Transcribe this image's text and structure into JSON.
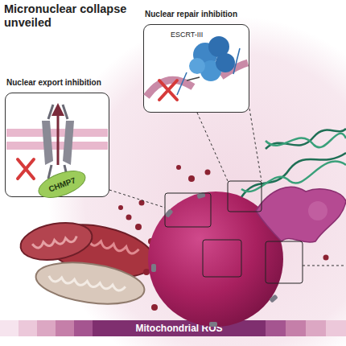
{
  "diagram": {
    "title": "Micronuclear collapse unveiled",
    "nodes": [
      {
        "text": [
          "Nuclear export inhibition"
        ]
      },
      {
        "text": [
          "CHMP7"
        ],
        "in": 0
      },
      {
        "text": [
          "Nuclear repair inhibition"
        ]
      },
      {
        "text": [
          "Mitochondrial ROS"
        ]
      }
    ],
    "labels": [
      "ESCRT-III"
    ]
  }
}
